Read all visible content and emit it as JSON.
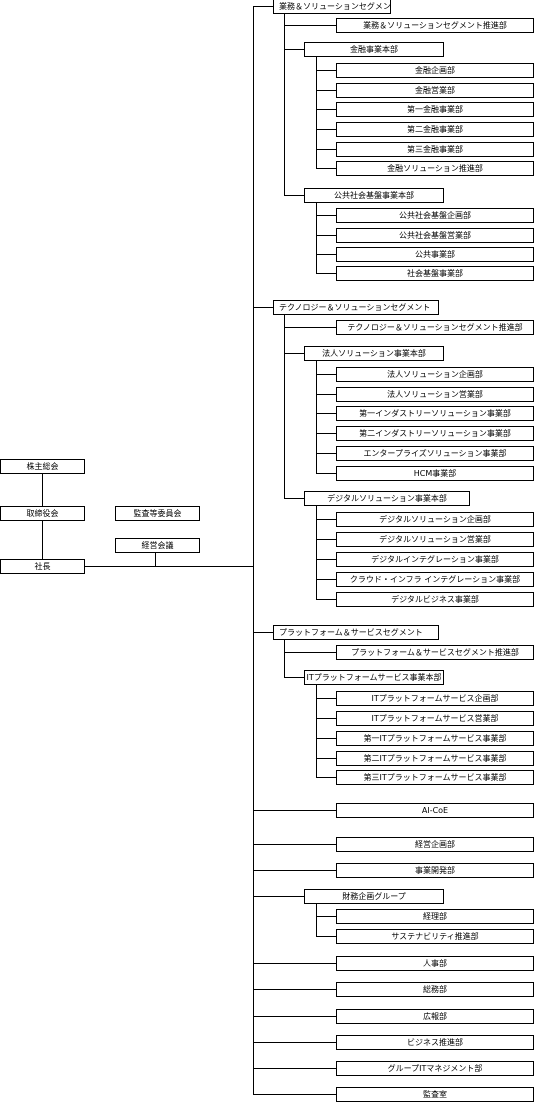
{
  "executive": {
    "shareholders": "株主総会",
    "board": "取締役会",
    "audit_committee": "監査等委員会",
    "management_meeting": "経営会議",
    "president": "社長"
  },
  "segments": [
    {
      "name": "業務＆ソリューションセグメント",
      "promotion": "業務＆ソリューションセグメント推進部",
      "divisions": [
        {
          "name": "金融事業本部",
          "departments": [
            "金融企画部",
            "金融営業部",
            "第一金融事業部",
            "第二金融事業部",
            "第三金融事業部",
            "金融ソリューション推進部"
          ]
        },
        {
          "name": "公共社会基盤事業本部",
          "departments": [
            "公共社会基盤企画部",
            "公共社会基盤営業部",
            "公共事業部",
            "社会基盤事業部"
          ]
        }
      ]
    },
    {
      "name": "テクノロジー＆ソリューションセグメント",
      "promotion": "テクノロジー＆ソリューションセグメント推進部",
      "divisions": [
        {
          "name": "法人ソリューション事業本部",
          "departments": [
            "法人ソリューション企画部",
            "法人ソリューション営業部",
            "第一インダストリーソリューション事業部",
            "第二インダストリーソリューション事業部",
            "エンタープライズソリューション事業部",
            "HCM事業部"
          ]
        },
        {
          "name": "デジタルソリューション事業本部",
          "departments": [
            "デジタルソリューション企画部",
            "デジタルソリューション営業部",
            "デジタルインテグレーション事業部",
            "クラウド・インフラ インテグレーション事業部",
            "デジタルビジネス事業部"
          ]
        }
      ]
    },
    {
      "name": "プラットフォーム＆サービスセグメント",
      "promotion": "プラットフォーム＆サービスセグメント推進部",
      "divisions": [
        {
          "name": "ITプラットフォームサービス事業本部",
          "departments": [
            "ITプラットフォームサービス企画部",
            "ITプラットフォームサービス営業部",
            "第一ITプラットフォームサービス事業部",
            "第二ITプラットフォームサービス事業部",
            "第三ITプラットフォームサービス事業部"
          ]
        }
      ]
    }
  ],
  "corporate": {
    "before_group": [
      "AI-CoE",
      "経営企画部",
      "事業開発部"
    ],
    "group": {
      "name": "財務企画グループ",
      "departments": [
        "経理部",
        "サステナビリティ推進部"
      ]
    },
    "after_group": [
      "人事部",
      "総務部",
      "広報部",
      "ビジネス推進部",
      "グループITマネジメント部",
      "監査室"
    ]
  }
}
